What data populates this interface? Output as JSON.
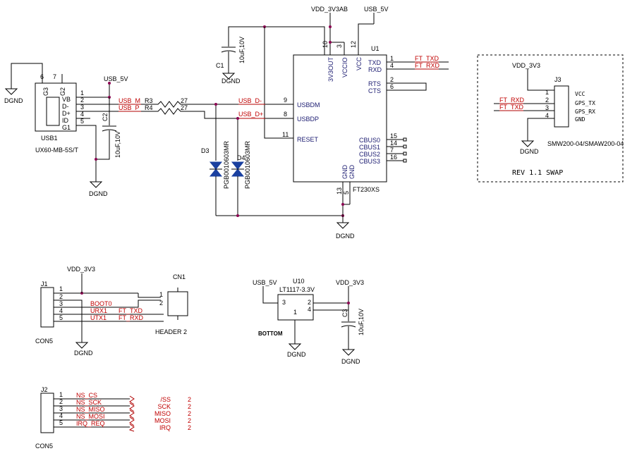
{
  "power": {
    "vdd_3v3ab": "VDD_3V3AB",
    "usb_5v": "USB_5V",
    "vdd_3v3": "VDD_3V3",
    "dgnd": "DGND"
  },
  "usb1": {
    "ref": "USB1",
    "part": "UX60-MB-5S/T",
    "g3": "G3",
    "g2": "G2",
    "pin6": "6",
    "pin7": "7",
    "pins": [
      {
        "num": "1",
        "name": "VB"
      },
      {
        "num": "2",
        "name": "D-"
      },
      {
        "num": "3",
        "name": "D+"
      },
      {
        "num": "4",
        "name": "ID"
      },
      {
        "num": "5",
        "name": "G1"
      }
    ]
  },
  "c1": {
    "ref": "C1",
    "value": "10uF,10V"
  },
  "c2": {
    "ref": "C2",
    "value": "10uF,10V"
  },
  "c3": {
    "ref": "C3",
    "value": "10uF,10V"
  },
  "r3": {
    "ref": "R3",
    "value": "27"
  },
  "r4": {
    "ref": "R4",
    "value": "27"
  },
  "d3": {
    "ref": "D3",
    "part": "PGB0010603MR"
  },
  "d4": {
    "ref": "D4",
    "part": "PGB0010603MR"
  },
  "nets": {
    "usb_m": "USB_M",
    "usb_p": "USB_P",
    "usb_dm": "USB_D-",
    "usb_dp": "USB_D+",
    "ft_txd": "FT_TXD",
    "ft_rxd": "FT_RXD",
    "ft_rxd_j3": "FT_RXD",
    "ft_txd_j3": "FT_TXD"
  },
  "u1": {
    "ref": "U1",
    "part": "FT230XS",
    "top_pins": [
      {
        "num": "10",
        "name": "3V3OUT"
      },
      {
        "num": "3",
        "name": "VCCIO"
      },
      {
        "num": "12",
        "name": "VCC"
      }
    ],
    "left_pins": [
      {
        "num": "9",
        "name": "USBDM"
      },
      {
        "num": "8",
        "name": "USBDP"
      },
      {
        "num": "11",
        "name": "RESET"
      }
    ],
    "right_pins": [
      {
        "num": "1",
        "name": "TXD"
      },
      {
        "num": "4",
        "name": "RXD"
      },
      {
        "num": "2",
        "name": "RTS"
      },
      {
        "num": "6",
        "name": "CTS"
      },
      {
        "num": "15",
        "name": "CBUS0"
      },
      {
        "num": "14",
        "name": "CBUS1"
      },
      {
        "num": "7",
        "name": "CBUS2"
      },
      {
        "num": "16",
        "name": "CBUS3"
      }
    ],
    "bottom_pins": [
      {
        "num": "13",
        "name": "GND"
      },
      {
        "num": "5",
        "name": "GND"
      }
    ]
  },
  "j3": {
    "ref": "J3",
    "part": "SMW200-04/SMAW200-04",
    "pins": [
      {
        "num": "1",
        "name": "VCC"
      },
      {
        "num": "2",
        "name": "GPS_TX"
      },
      {
        "num": "3",
        "name": "GPS_RX"
      },
      {
        "num": "4",
        "name": "GND"
      }
    ],
    "note": "REV 1.1 SWAP"
  },
  "j1": {
    "ref": "J1",
    "part": "CON5",
    "pins": [
      {
        "num": "1",
        "net": ""
      },
      {
        "num": "2",
        "net": ""
      },
      {
        "num": "3",
        "net": "BOOT0"
      },
      {
        "num": "4",
        "net": "URX1"
      },
      {
        "num": "5",
        "net": "UTX1"
      }
    ],
    "ft_txd": "FT_TXD",
    "ft_rxd": "FT_RXD"
  },
  "cn1": {
    "ref": "CN1",
    "part": "HEADER 2",
    "pin1": "1",
    "pin2": "2"
  },
  "u10": {
    "ref": "U10",
    "part": "LT1117-3.3V",
    "pin3": "3",
    "pin2": "2",
    "pin4": "4",
    "pin1": "1",
    "side": "BOTTOM"
  },
  "j2": {
    "ref": "J2",
    "part": "CON5",
    "pins": [
      {
        "num": "1",
        "net": "NS_CS",
        "port": "/SS",
        "sheet": "2"
      },
      {
        "num": "2",
        "net": "NS_SCK",
        "port": "SCK",
        "sheet": "2"
      },
      {
        "num": "3",
        "net": "NS_MISO",
        "port": "MISO",
        "sheet": "2"
      },
      {
        "num": "4",
        "net": "NS_MOSI",
        "port": "MOSI",
        "sheet": "2"
      },
      {
        "num": "5",
        "net": "IRQ_REQ",
        "port": "IRQ",
        "sheet": "2"
      }
    ]
  }
}
